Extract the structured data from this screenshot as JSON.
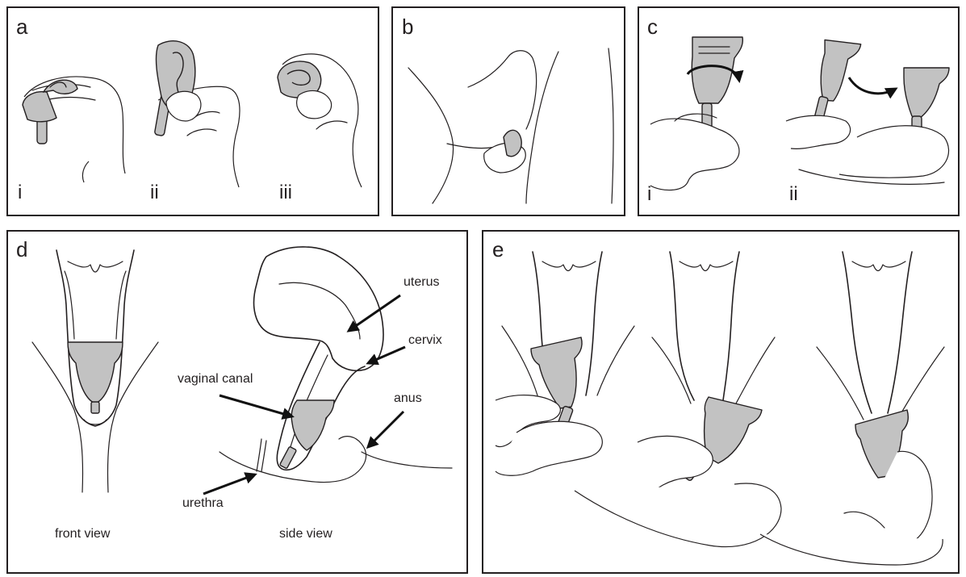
{
  "panels": {
    "a": {
      "letter": "a",
      "steps": [
        "i",
        "ii",
        "iii"
      ]
    },
    "b": {
      "letter": "b"
    },
    "c": {
      "letter": "c",
      "steps": [
        "i",
        "ii"
      ]
    },
    "d": {
      "letter": "d",
      "labels": {
        "uterus": "uterus",
        "cervix": "cervix",
        "vaginal_canal": "vaginal canal",
        "anus": "anus",
        "urethra": "urethra"
      },
      "captions": {
        "front": "front view",
        "side": "side view"
      }
    },
    "e": {
      "letter": "e"
    }
  },
  "colors": {
    "cup_fill": "#c2c2c2",
    "outline": "#231f20"
  },
  "icons": {
    "arrow": "arrow-icon",
    "rotate_arrow": "rotate-arrow-icon"
  }
}
